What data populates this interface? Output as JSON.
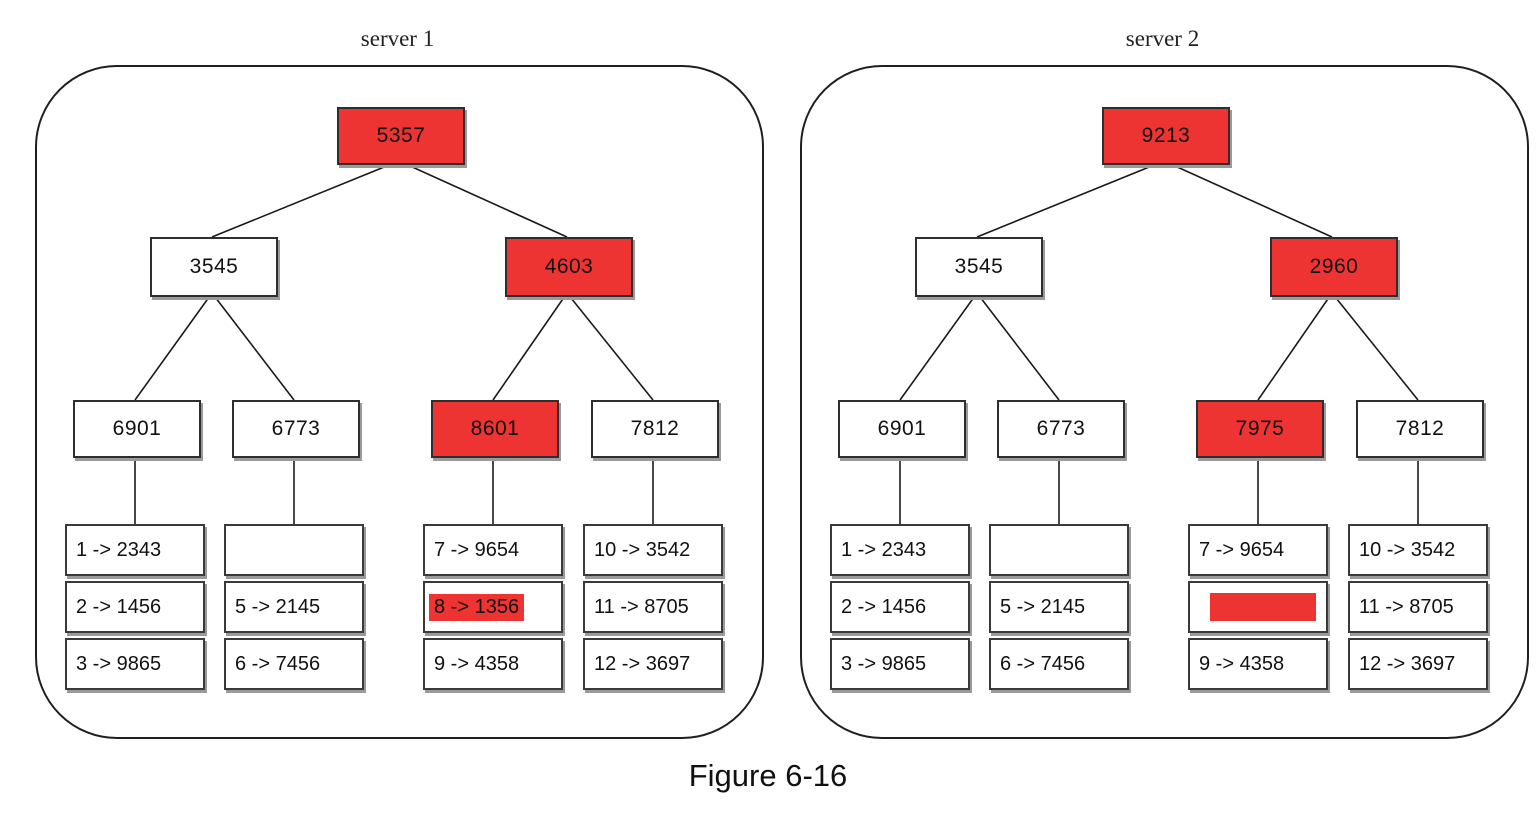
{
  "figure": {
    "caption": "Figure 6-16"
  },
  "colors": {
    "highlight_red": "#ee3333",
    "line": "#1a1a1a"
  },
  "servers": [
    {
      "title": "server 1",
      "tree": {
        "root": {
          "label": "5357",
          "highlighted": true
        },
        "level2": [
          {
            "label": "3545",
            "highlighted": false
          },
          {
            "label": "4603",
            "highlighted": true
          }
        ],
        "level3": [
          {
            "label": "6901",
            "highlighted": false
          },
          {
            "label": "6773",
            "highlighted": false
          },
          {
            "label": "8601",
            "highlighted": true
          },
          {
            "label": "7812",
            "highlighted": false
          }
        ]
      },
      "buckets": [
        {
          "rows": [
            {
              "text": "1 -> 2343",
              "highlight": false
            },
            {
              "text": "2 -> 1456",
              "highlight": false
            },
            {
              "text": "3 -> 9865",
              "highlight": false
            }
          ]
        },
        {
          "rows": [
            {
              "text": "",
              "highlight": false
            },
            {
              "text": "5 -> 2145",
              "highlight": false
            },
            {
              "text": "6 -> 7456",
              "highlight": false
            }
          ]
        },
        {
          "rows": [
            {
              "text": "7 -> 9654",
              "highlight": false
            },
            {
              "text": "8 -> 1356",
              "highlight": "text"
            },
            {
              "text": "9 -> 4358",
              "highlight": false
            }
          ]
        },
        {
          "rows": [
            {
              "text": "10 -> 3542",
              "highlight": false
            },
            {
              "text": "11 -> 8705",
              "highlight": false
            },
            {
              "text": "12 -> 3697",
              "highlight": false
            }
          ]
        }
      ]
    },
    {
      "title": "server 2",
      "tree": {
        "root": {
          "label": "9213",
          "highlighted": true
        },
        "level2": [
          {
            "label": "3545",
            "highlighted": false
          },
          {
            "label": "2960",
            "highlighted": true
          }
        ],
        "level3": [
          {
            "label": "6901",
            "highlighted": false
          },
          {
            "label": "6773",
            "highlighted": false
          },
          {
            "label": "7975",
            "highlighted": true
          },
          {
            "label": "7812",
            "highlighted": false
          }
        ]
      },
      "buckets": [
        {
          "rows": [
            {
              "text": "1 -> 2343",
              "highlight": false
            },
            {
              "text": "2 -> 1456",
              "highlight": false
            },
            {
              "text": "3 -> 9865",
              "highlight": false
            }
          ]
        },
        {
          "rows": [
            {
              "text": "",
              "highlight": false
            },
            {
              "text": "5 -> 2145",
              "highlight": false
            },
            {
              "text": "6 -> 7456",
              "highlight": false
            }
          ]
        },
        {
          "rows": [
            {
              "text": "7 -> 9654",
              "highlight": false
            },
            {
              "text": "",
              "highlight": "block"
            },
            {
              "text": "9 -> 4358",
              "highlight": false
            }
          ]
        },
        {
          "rows": [
            {
              "text": "10 -> 3542",
              "highlight": false
            },
            {
              "text": "11 -> 8705",
              "highlight": false
            },
            {
              "text": "12 -> 3697",
              "highlight": false
            }
          ]
        }
      ]
    }
  ]
}
